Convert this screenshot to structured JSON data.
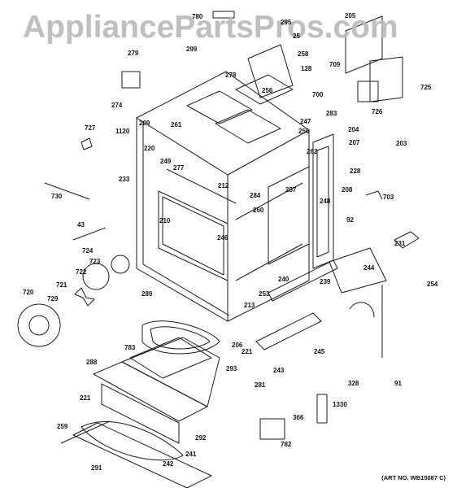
{
  "watermark": "AppliancePartsPros.com",
  "art_number": "(ART NO. WB15087 C)",
  "callouts": [
    "780",
    "205",
    "295",
    "25",
    "279",
    "299",
    "258",
    "709",
    "278",
    "128",
    "725",
    "700",
    "274",
    "256",
    "726",
    "727",
    "283",
    "1120",
    "209",
    "261",
    "247",
    "204",
    "250",
    "203",
    "220",
    "207",
    "262",
    "249",
    "277",
    "228",
    "233",
    "212",
    "284",
    "730",
    "260",
    "287",
    "248",
    "208",
    "703",
    "43",
    "210",
    "246",
    "92",
    "231",
    "724",
    "723",
    "244",
    "722",
    "239",
    "240",
    "254",
    "253",
    "289",
    "720",
    "721",
    "729",
    "213",
    "245",
    "206",
    "783",
    "221",
    "288",
    "293",
    "243",
    "281",
    "328",
    "91",
    "1330",
    "221",
    "366",
    "292",
    "259",
    "782",
    "241",
    "242",
    "291"
  ]
}
